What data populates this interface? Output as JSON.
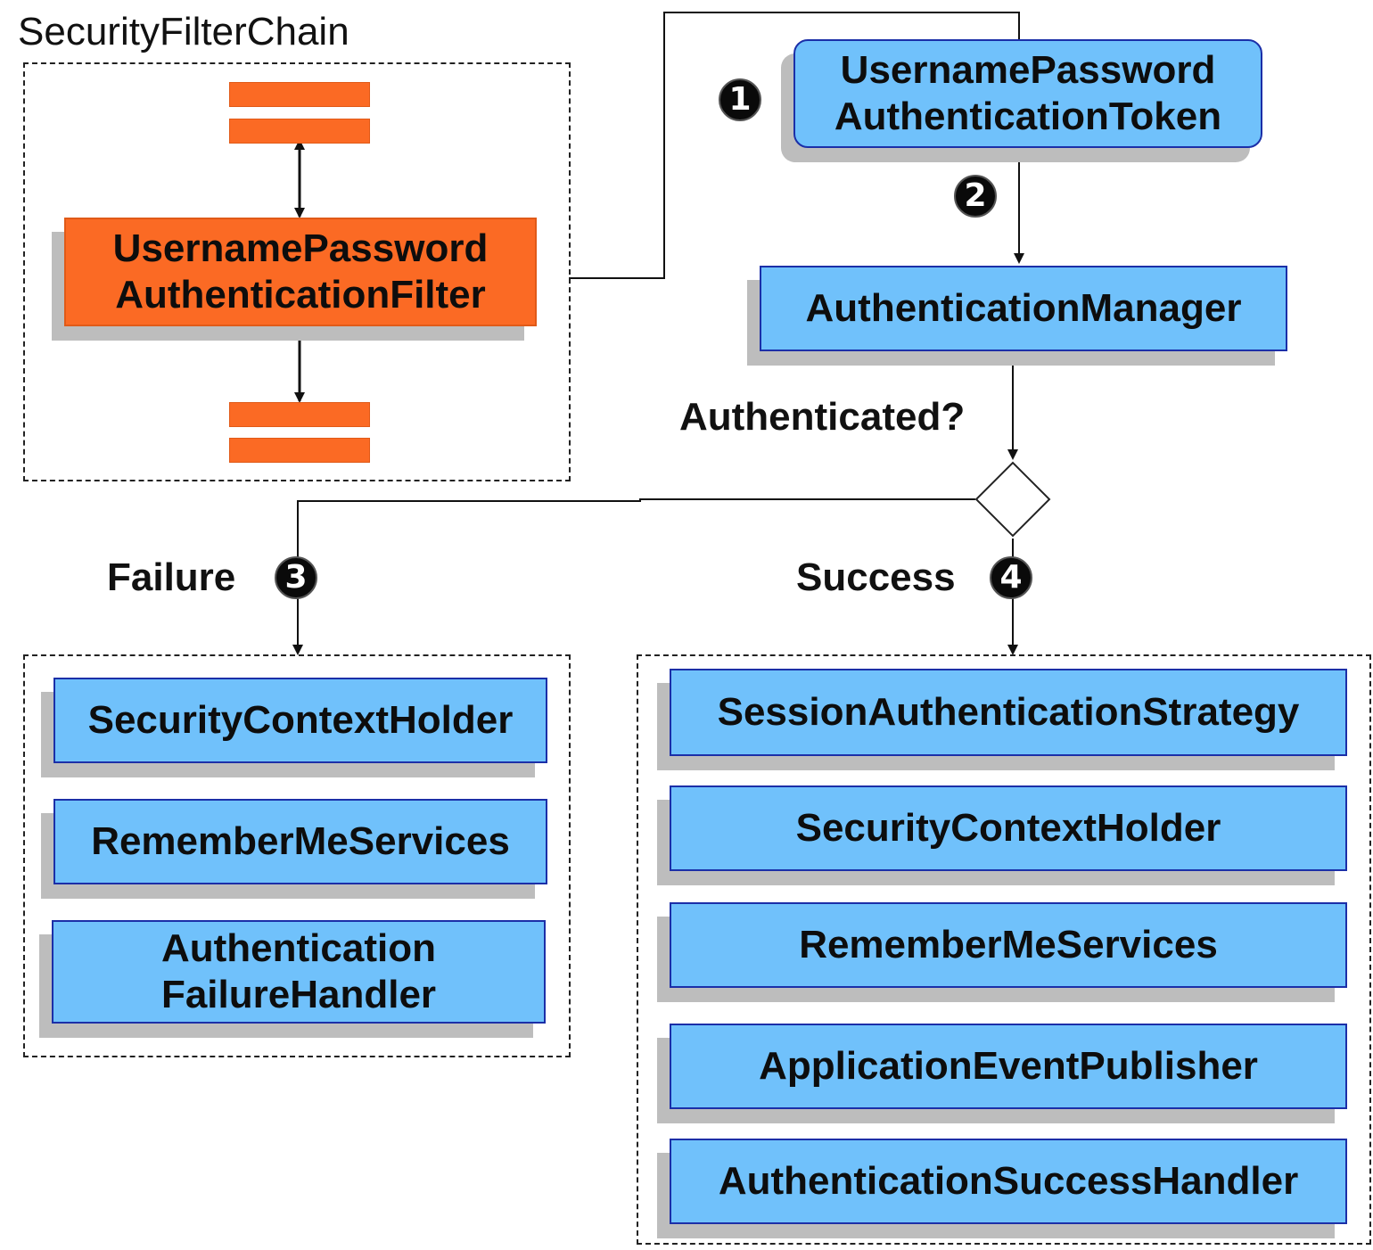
{
  "chain": {
    "title": "SecurityFilterChain",
    "filter": {
      "line1": "UsernamePassword",
      "line2": "AuthenticationFilter"
    }
  },
  "token": {
    "line1": "UsernamePassword",
    "line2": "AuthenticationToken"
  },
  "manager": {
    "label": "AuthenticationManager"
  },
  "decision": {
    "question": "Authenticated?"
  },
  "steps": {
    "one": "1",
    "two": "2",
    "three": "3",
    "four": "4"
  },
  "failure": {
    "label": "Failure",
    "items": [
      {
        "line1": "SecurityContextHolder"
      },
      {
        "line1": "RememberMeServices"
      },
      {
        "line1": "Authentication",
        "line2": "FailureHandler"
      }
    ]
  },
  "success": {
    "label": "Success",
    "items": [
      {
        "line1": "SessionAuthenticationStrategy"
      },
      {
        "line1": "SecurityContextHolder"
      },
      {
        "line1": "RememberMeServices"
      },
      {
        "line1": "ApplicationEventPublisher"
      },
      {
        "line1": "AuthenticationSuccessHandler"
      }
    ]
  },
  "colors": {
    "component_fill": "#70c1fb",
    "component_border": "#1b2fa8",
    "filter_fill": "#fb6a24",
    "shadow": "#bdbdbd"
  }
}
